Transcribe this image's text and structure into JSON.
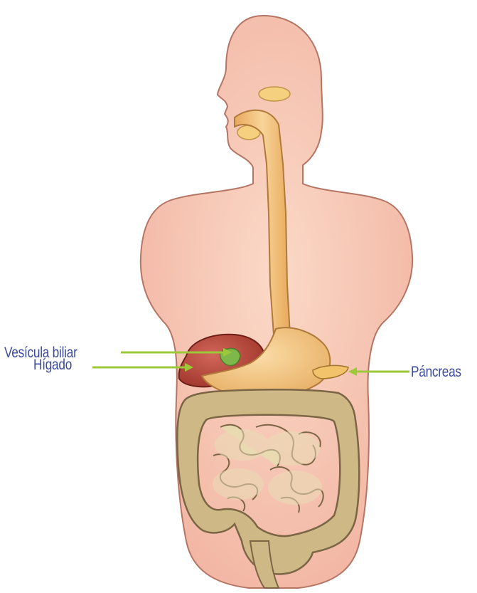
{
  "labels": {
    "vesicula": "Vesícula biliar",
    "higado": "Hígado",
    "pancreas": "Páncreas"
  },
  "colors": {
    "label_text": "#3b4a9a",
    "leader_line": "#9cc83a",
    "skin": "#f6c3b1",
    "skin_outline": "#b47565",
    "tract": "#f1c27a",
    "liver": "#b8453a",
    "gallbladder": "#7fb84a",
    "intestine": "#d9c79b",
    "intestine_outline": "#7b6545"
  },
  "icons": {
    "arrow": "arrowhead"
  }
}
